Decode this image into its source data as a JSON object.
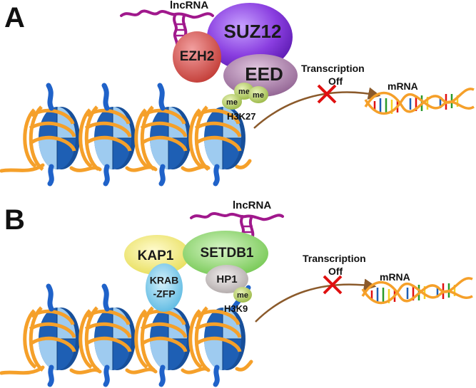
{
  "panel_a": {
    "letter": "A",
    "lncrna": "lncRNA",
    "suz12": "SUZ12",
    "ezh2": "EZH2",
    "eed": "EED",
    "me": [
      "me",
      "me",
      "me"
    ],
    "histone_mark": "H3K27",
    "transcription": "Transcription",
    "off": "Off",
    "mrna": "mRNA"
  },
  "panel_b": {
    "letter": "B",
    "lncrna": "lncRNA",
    "kap1": "KAP1",
    "setdb1": "SETDB1",
    "hp1": "HP1",
    "krab_line1": "KRAB",
    "krab_line2": "-ZFP",
    "me": "me",
    "histone_mark": "H3K9",
    "transcription": "Transcription",
    "off": "Off",
    "mrna": "mRNA"
  },
  "colors": {
    "dna": "#f5a02a",
    "histone_dark": "#1e5fb4",
    "histone_light": "#9ecbf0",
    "tail": "#1f62c9",
    "lncrna": "#a0188c",
    "suz12": "#8d3fe0",
    "ezh2": "#d8564e",
    "eed": "#a880a8",
    "me": "#b8d06a",
    "arrow": "#8b5a2b",
    "block": "#e01010",
    "kap1": "#f1ea78",
    "setdb1": "#92d873",
    "hp1": "#c8c2c2",
    "krab": "#86cdea"
  }
}
